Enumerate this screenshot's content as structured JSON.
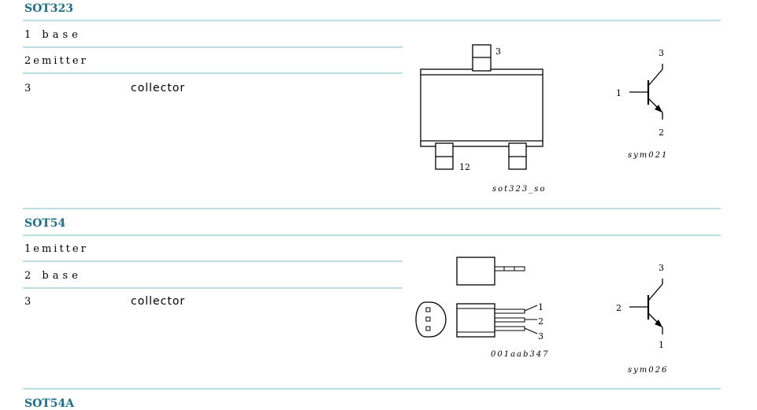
{
  "sections": [
    {
      "title": "SOT323",
      "pins": [
        {
          "num": "1",
          "name": "base"
        },
        {
          "num": "2",
          "name": "emitter"
        },
        {
          "num": "3",
          "name": "collector"
        }
      ],
      "package_drawing": {
        "pin_top": "3",
        "pins_bottom": "12",
        "caption": "sot323_so"
      },
      "symbol": {
        "collector": "3",
        "base": "1",
        "emitter": "2",
        "caption": "sym021"
      }
    },
    {
      "title": "SOT54",
      "pins": [
        {
          "num": "1",
          "name": "emitter"
        },
        {
          "num": "2",
          "name": "base"
        },
        {
          "num": "3",
          "name": "collector"
        }
      ],
      "package_drawing": {
        "pin1": "1",
        "pin2": "2",
        "pin3": "3",
        "caption": "001aab347"
      },
      "symbol": {
        "collector": "3",
        "base": "2",
        "emitter": "1",
        "caption": "sym026"
      }
    },
    {
      "title": "SOT54A"
    }
  ]
}
